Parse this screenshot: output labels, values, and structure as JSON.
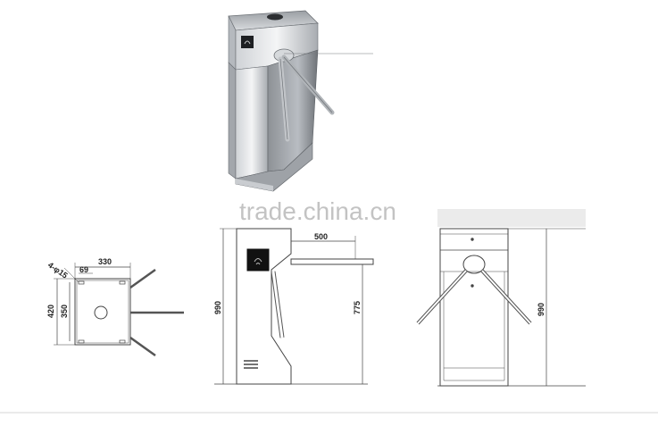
{
  "watermark": "trade.china.cn",
  "top_view": {
    "dimensions": {
      "hole_spec": "4-φ15",
      "width": "330",
      "offset": "69",
      "outer_depth": "420",
      "inner_depth": "350"
    }
  },
  "side_view": {
    "dimensions": {
      "arm_length": "500",
      "total_height": "990",
      "arm_height": "775"
    }
  },
  "front_view": {
    "dimensions": {
      "total_height": "990"
    }
  },
  "colors": {
    "line": "#444444",
    "steel_light": "#e4e6e8",
    "steel_dark": "#7b7f84",
    "watermark": "#b8b8b8"
  }
}
